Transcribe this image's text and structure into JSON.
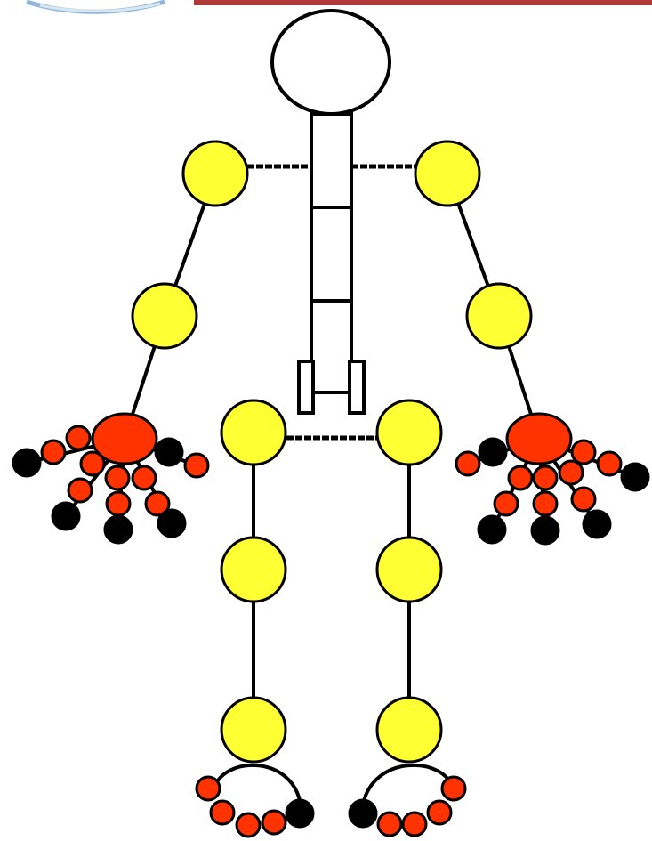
{
  "colors": {
    "background": "#ffffff",
    "outline": "#000000",
    "major_joint": "#ffff33",
    "hand_foot_joint": "#ff3300",
    "tip_joint": "#000000",
    "bone": "#ffffff",
    "top_bar": "#b03a3a",
    "logo": "#8fb6d8"
  },
  "diagram": {
    "head_shape": "ellipse",
    "spine_segments": 3,
    "major_joints": 10,
    "hands": 2,
    "feet": 2
  }
}
